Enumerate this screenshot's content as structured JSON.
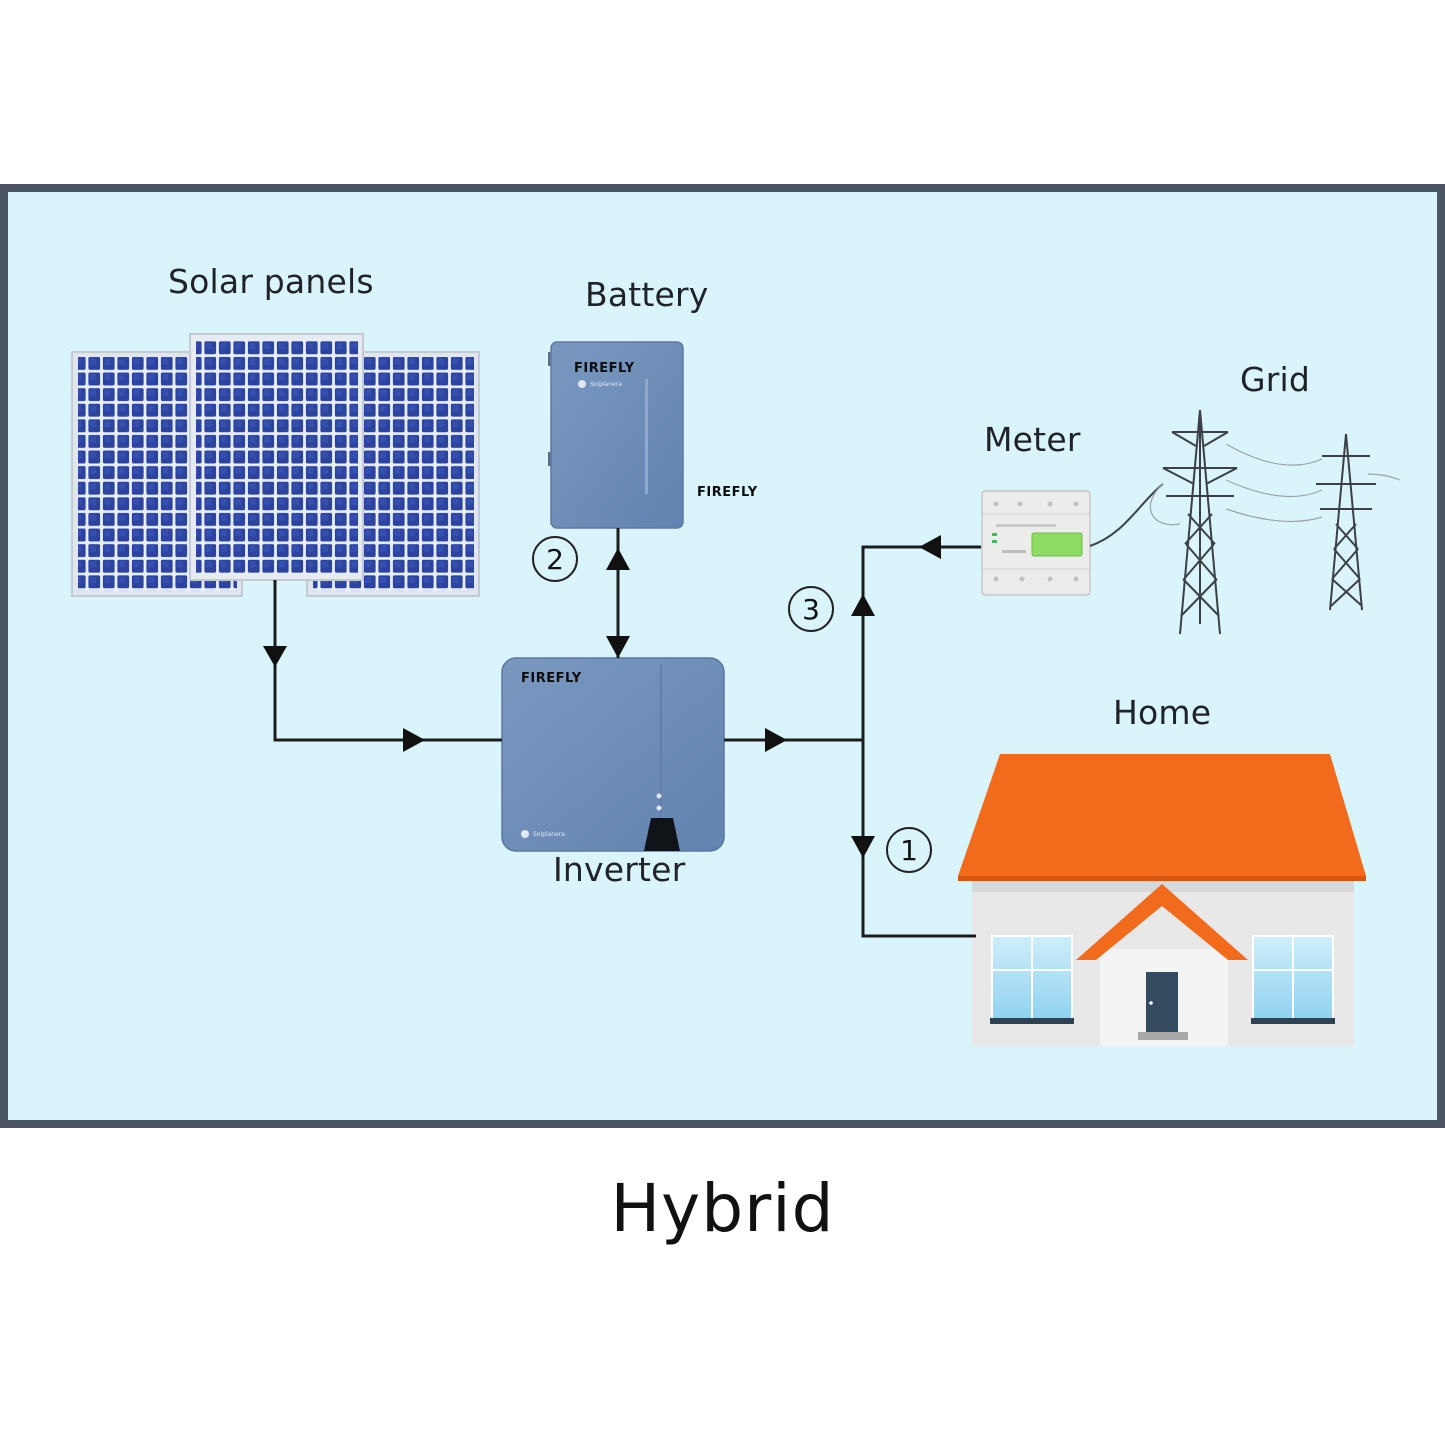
{
  "diagram": {
    "labels": {
      "solar_panels": "Solar panels",
      "battery": "Battery",
      "grid": "Grid",
      "meter": "Meter",
      "home": "Home",
      "inverter": "Inverter"
    },
    "brand": {
      "name": "FIREFLY",
      "sub": "Solplanera"
    },
    "steps": [
      "1",
      "2",
      "3"
    ],
    "colors": {
      "background": "#daf4fb",
      "frame": "#4b5563",
      "panel": "#2b3f93",
      "device": "#6f8fb8",
      "roof": "#f26b1d",
      "wall": "#e9e9e9"
    }
  },
  "caption": "Hybrid"
}
